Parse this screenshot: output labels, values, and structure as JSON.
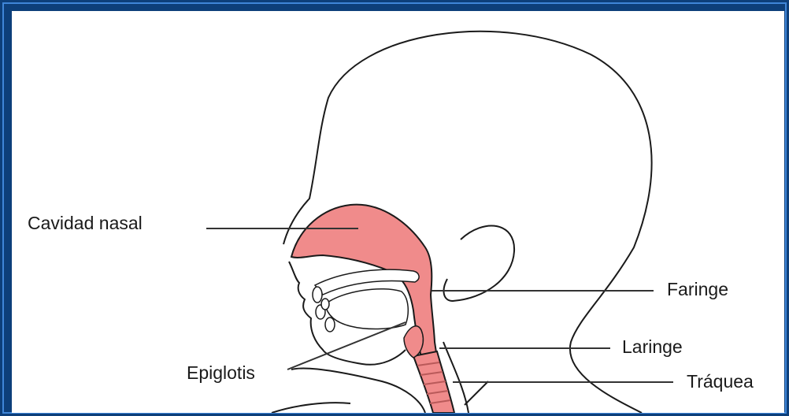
{
  "colors": {
    "frame": "#0d3f7a",
    "frame_border": "#3f86d8",
    "background": "#ffffff",
    "airway": "#f08b8b",
    "outline": "#1a1a1a"
  },
  "labels": {
    "nasal_cavity": "Cavidad nasal",
    "pharynx": "Faringe",
    "larynx": "Laringe",
    "epiglottis": "Epiglotis",
    "trachea": "Tráquea"
  }
}
